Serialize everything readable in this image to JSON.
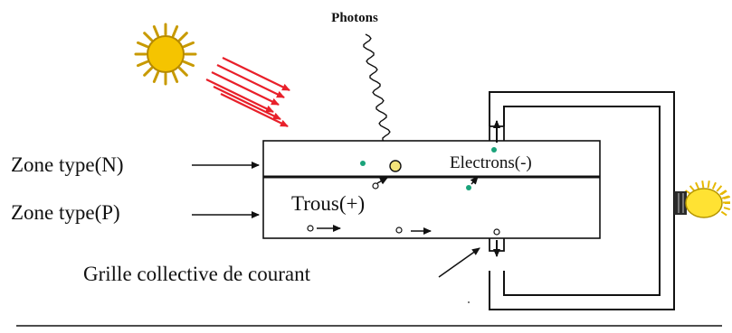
{
  "diagram": {
    "labels": {
      "photons": "Photons",
      "zone_n": "Zone type(N)",
      "zone_p": "Zone type(P)",
      "electrons": "Electrons(-)",
      "trous": "Trous(+)",
      "grille": "Grille collective de courant"
    },
    "icons": {
      "sun": "sun-icon",
      "light_bulb": "light-bulb-icon"
    },
    "colors": {
      "sun_fill": "#f5c400",
      "sun_ray": "#c89a00",
      "light_rays": "#e8202a",
      "electron_dot": "#1aa37a",
      "photon_dot": "#f3e37a",
      "bulb_glow": "#ffe233",
      "line": "#111111"
    }
  }
}
